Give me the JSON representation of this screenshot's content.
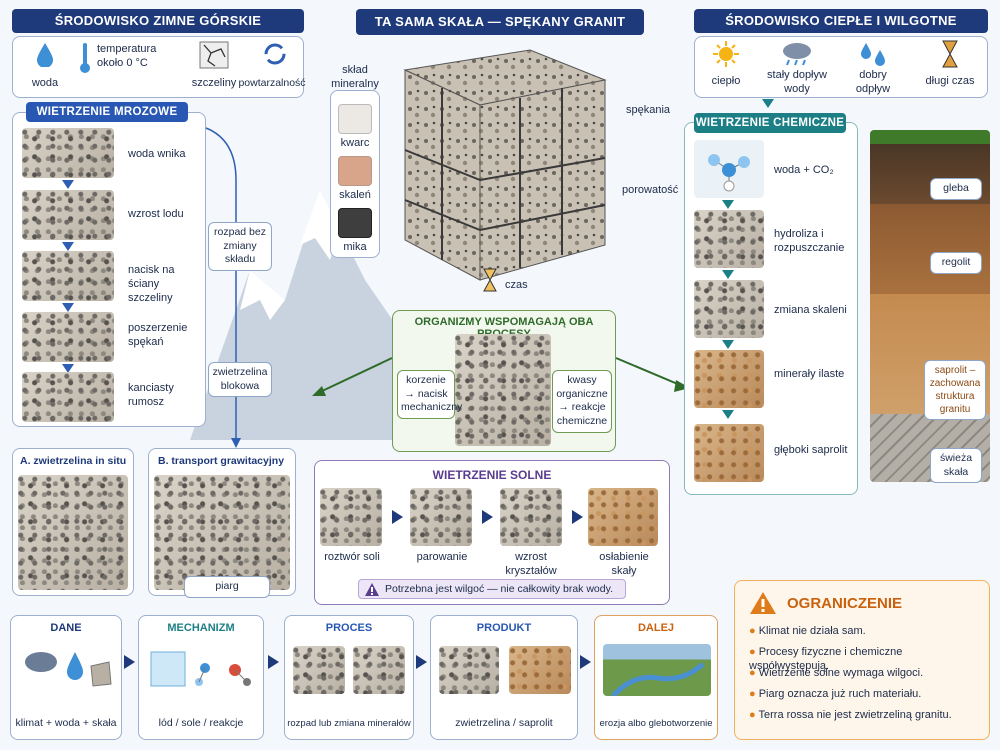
{
  "cold": {
    "title": "ŚRODOWISKO ZIMNE GÓRSKIE",
    "icons": [
      {
        "icon": "water-drop-icon",
        "label": "woda"
      },
      {
        "icon": "thermometer-icon",
        "label": "temperatura około 0 °C"
      },
      {
        "icon": "cracks-icon",
        "label": "szczeliny"
      },
      {
        "icon": "cycle-icon",
        "label": "powtarzalność"
      }
    ],
    "frost_title": "WIETRZENIE MROZOWE",
    "frost_steps": [
      "woda wnika",
      "wzrost lodu",
      "nacisk na ściany szczeliny",
      "poszerzenie spękań",
      "kanciasty rumosz"
    ],
    "side_note1": "rozpad bez zmiany składu",
    "side_note2": "zwietrzelina blokowa",
    "result_a": "A. zwietrzelina in situ",
    "result_b": "B. transport grawitacyjny",
    "piarg": "piarg"
  },
  "center": {
    "title": "TA SAMA SKAŁA — SPĘKANY GRANIT",
    "mineral_title": "skład mineralny",
    "minerals": [
      "kwarc",
      "skaleń",
      "mika"
    ],
    "cracks": "spękania",
    "porosity": "porowatość",
    "time": "czas",
    "organisms_title": "ORGANIZMY WSPOMAGAJĄ OBA PROCESY",
    "roots": "korzenie → nacisk mechaniczny",
    "acids": "kwasy organiczne → reakcje chemiczne",
    "salt_title": "WIETRZENIE SOLNE",
    "salt_steps": [
      "roztwór soli",
      "parowanie",
      "wzrost kryształów",
      "osłabienie skały"
    ],
    "salt_note": "Potrzebna jest wilgoć — nie całkowity brak wody."
  },
  "warm": {
    "title": "ŚRODOWISKO CIEPŁE I WILGOTNE",
    "icons": [
      {
        "icon": "sun-icon",
        "label": "ciepło"
      },
      {
        "icon": "rain-cloud-icon",
        "label": "stały dopływ wody"
      },
      {
        "icon": "drops-icon",
        "label": "dobry odpływ"
      },
      {
        "icon": "hourglass-icon",
        "label": "długi czas"
      }
    ],
    "chem_title": "WIETRZENIE CHEMICZNE",
    "chem_steps": [
      "woda + CO₂",
      "hydroliza i rozpuszczanie",
      "zmiana skaleni",
      "minerały ilaste",
      "głęboki saprolit"
    ],
    "profile": [
      "gleba",
      "regolit",
      "saprolit – zachowana struktura granitu",
      "świeża skała"
    ]
  },
  "flow": [
    {
      "title": "DANE",
      "caption": "klimat + woda + skała"
    },
    {
      "title": "MECHANIZM",
      "caption": "lód / sole / reakcje"
    },
    {
      "title": "PROCES",
      "caption": "rozpad lub zmiana minerałów"
    },
    {
      "title": "PRODUKT",
      "caption": "zwietrzelina / saprolit"
    },
    {
      "title": "DALEJ",
      "caption": "erozja albo glebotworzenie"
    }
  ],
  "limits": {
    "title": "OGRANICZENIE",
    "items": [
      "Klimat nie działa sam.",
      "Procesy fizyczne i chemiczne współwystępują.",
      "Wietrzenie solne wymaga wilgoci.",
      "Piarg oznacza już ruch materiału.",
      "Terra rossa nie jest zwietrzeliną granitu."
    ]
  },
  "colors": {
    "navy": "#1f3a7a",
    "teal": "#1d7f86",
    "green": "#2f6b2a",
    "purple": "#5a3d8f",
    "orange": "#e07b1a"
  }
}
